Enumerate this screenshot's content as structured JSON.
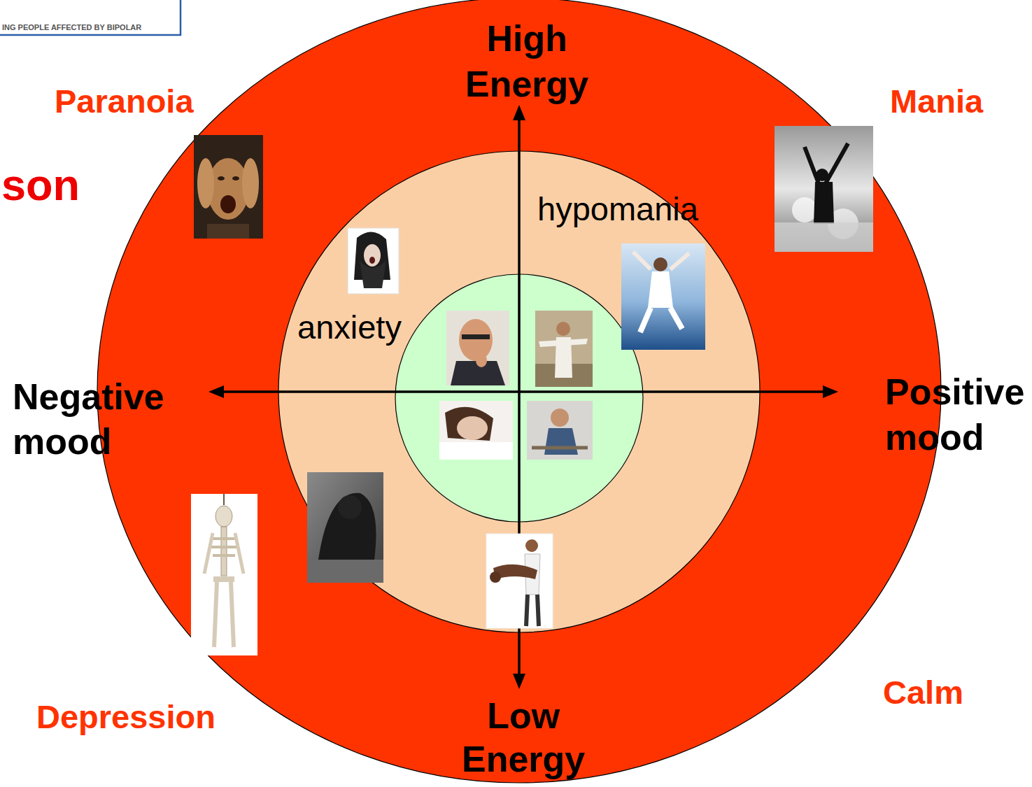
{
  "diagram": {
    "nodes": [
      {
        "text": [
          "hypomania",
          "anxiety"
        ]
      }
    ],
    "labels": [
      "ING PEOPLE AFFECTED BY BIPOLAR",
      "son",
      "Paranoia",
      "High Energy",
      "Mania",
      "Negative mood",
      "Positive mood",
      "Depression",
      "Low Energy",
      "Calm"
    ]
  }
}
